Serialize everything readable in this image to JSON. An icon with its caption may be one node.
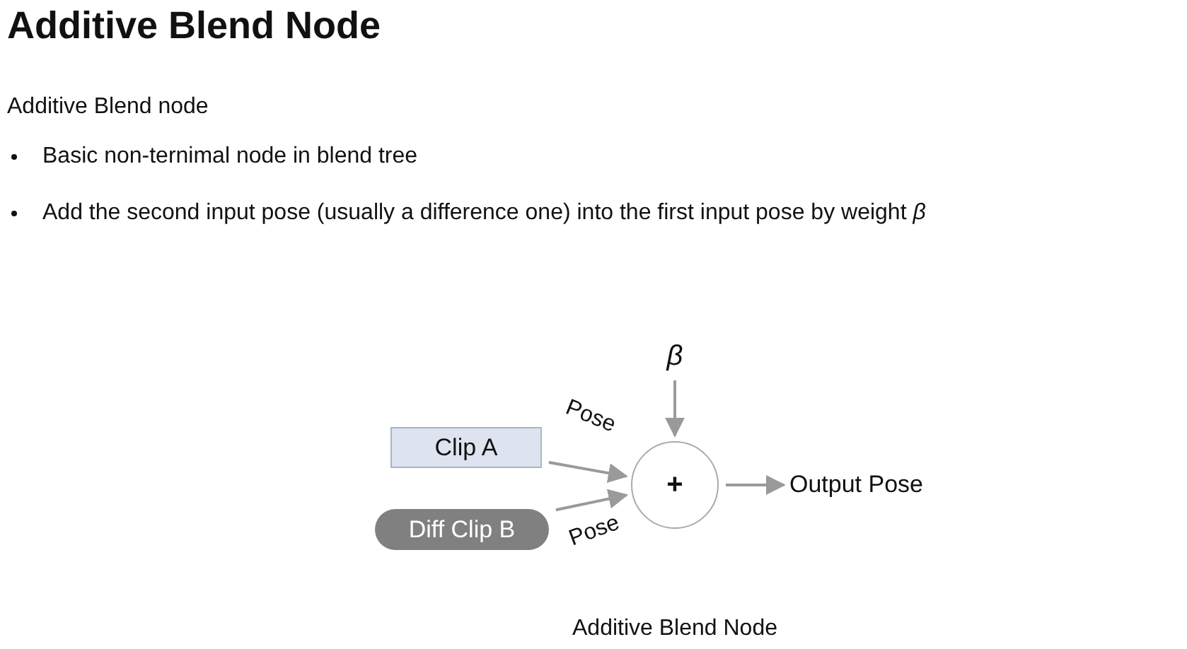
{
  "diagram": {
    "title": "Additive Blend Node",
    "caption": "Additive Blend Node",
    "nodes": [
      {
        "text": [
          "Clip A"
        ]
      },
      {
        "text": [
          "Diff Clip B"
        ]
      },
      {
        "text": [
          "+"
        ]
      },
      {
        "text": [
          "β"
        ]
      },
      {
        "text": [
          "Output Pose"
        ]
      }
    ],
    "edges": [
      {
        "from": 0,
        "to": 2,
        "arrow": "to",
        "label": "Pose"
      },
      {
        "from": 1,
        "to": 2,
        "arrow": "to",
        "label": "Pose"
      },
      {
        "from": 3,
        "to": 2,
        "arrow": "to"
      },
      {
        "from": 2,
        "to": 4,
        "arrow": "to"
      }
    ],
    "labels": [
      "Additive Blend node",
      "Basic non-ternimal node in blend tree",
      "Add the second input pose (usually a difference one) into the first input pose by weight *β*"
    ]
  }
}
